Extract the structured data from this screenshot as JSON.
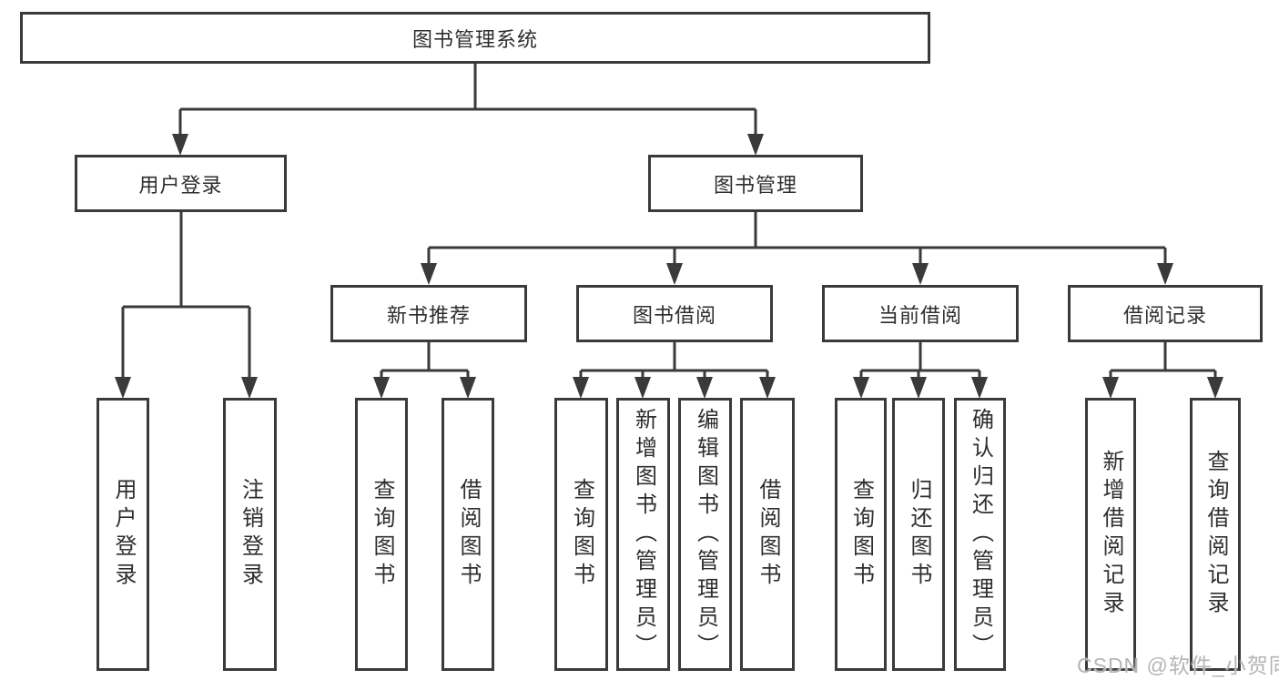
{
  "colors": {
    "line": "#3a3a3a",
    "node_border": "#3a3a3a",
    "node_text": "#2e2e2e",
    "watermark_text": "#b5b5b5",
    "background": "#ffffff"
  },
  "watermark": {
    "text": "CSDN @软件_小贺同学"
  },
  "tree": {
    "label": "图书管理系统",
    "children": [
      {
        "label": "用户登录",
        "children": [
          {
            "label": "用户登录"
          },
          {
            "label": "注销登录"
          }
        ]
      },
      {
        "label": "图书管理",
        "children": [
          {
            "label": "新书推荐",
            "children": [
              {
                "label": "查询图书"
              },
              {
                "label": "借阅图书"
              }
            ]
          },
          {
            "label": "图书借阅",
            "children": [
              {
                "label": "查询图书"
              },
              {
                "label": "新增图书（管理员）"
              },
              {
                "label": "编辑图书（管理员）"
              },
              {
                "label": "借阅图书"
              }
            ]
          },
          {
            "label": "当前借阅",
            "children": [
              {
                "label": "查询图书"
              },
              {
                "label": "归还图书"
              },
              {
                "label": "确认归还（管理员）"
              }
            ]
          },
          {
            "label": "借阅记录",
            "children": [
              {
                "label": "新增借阅记录"
              },
              {
                "label": "查询借阅记录"
              }
            ]
          }
        ]
      }
    ]
  }
}
